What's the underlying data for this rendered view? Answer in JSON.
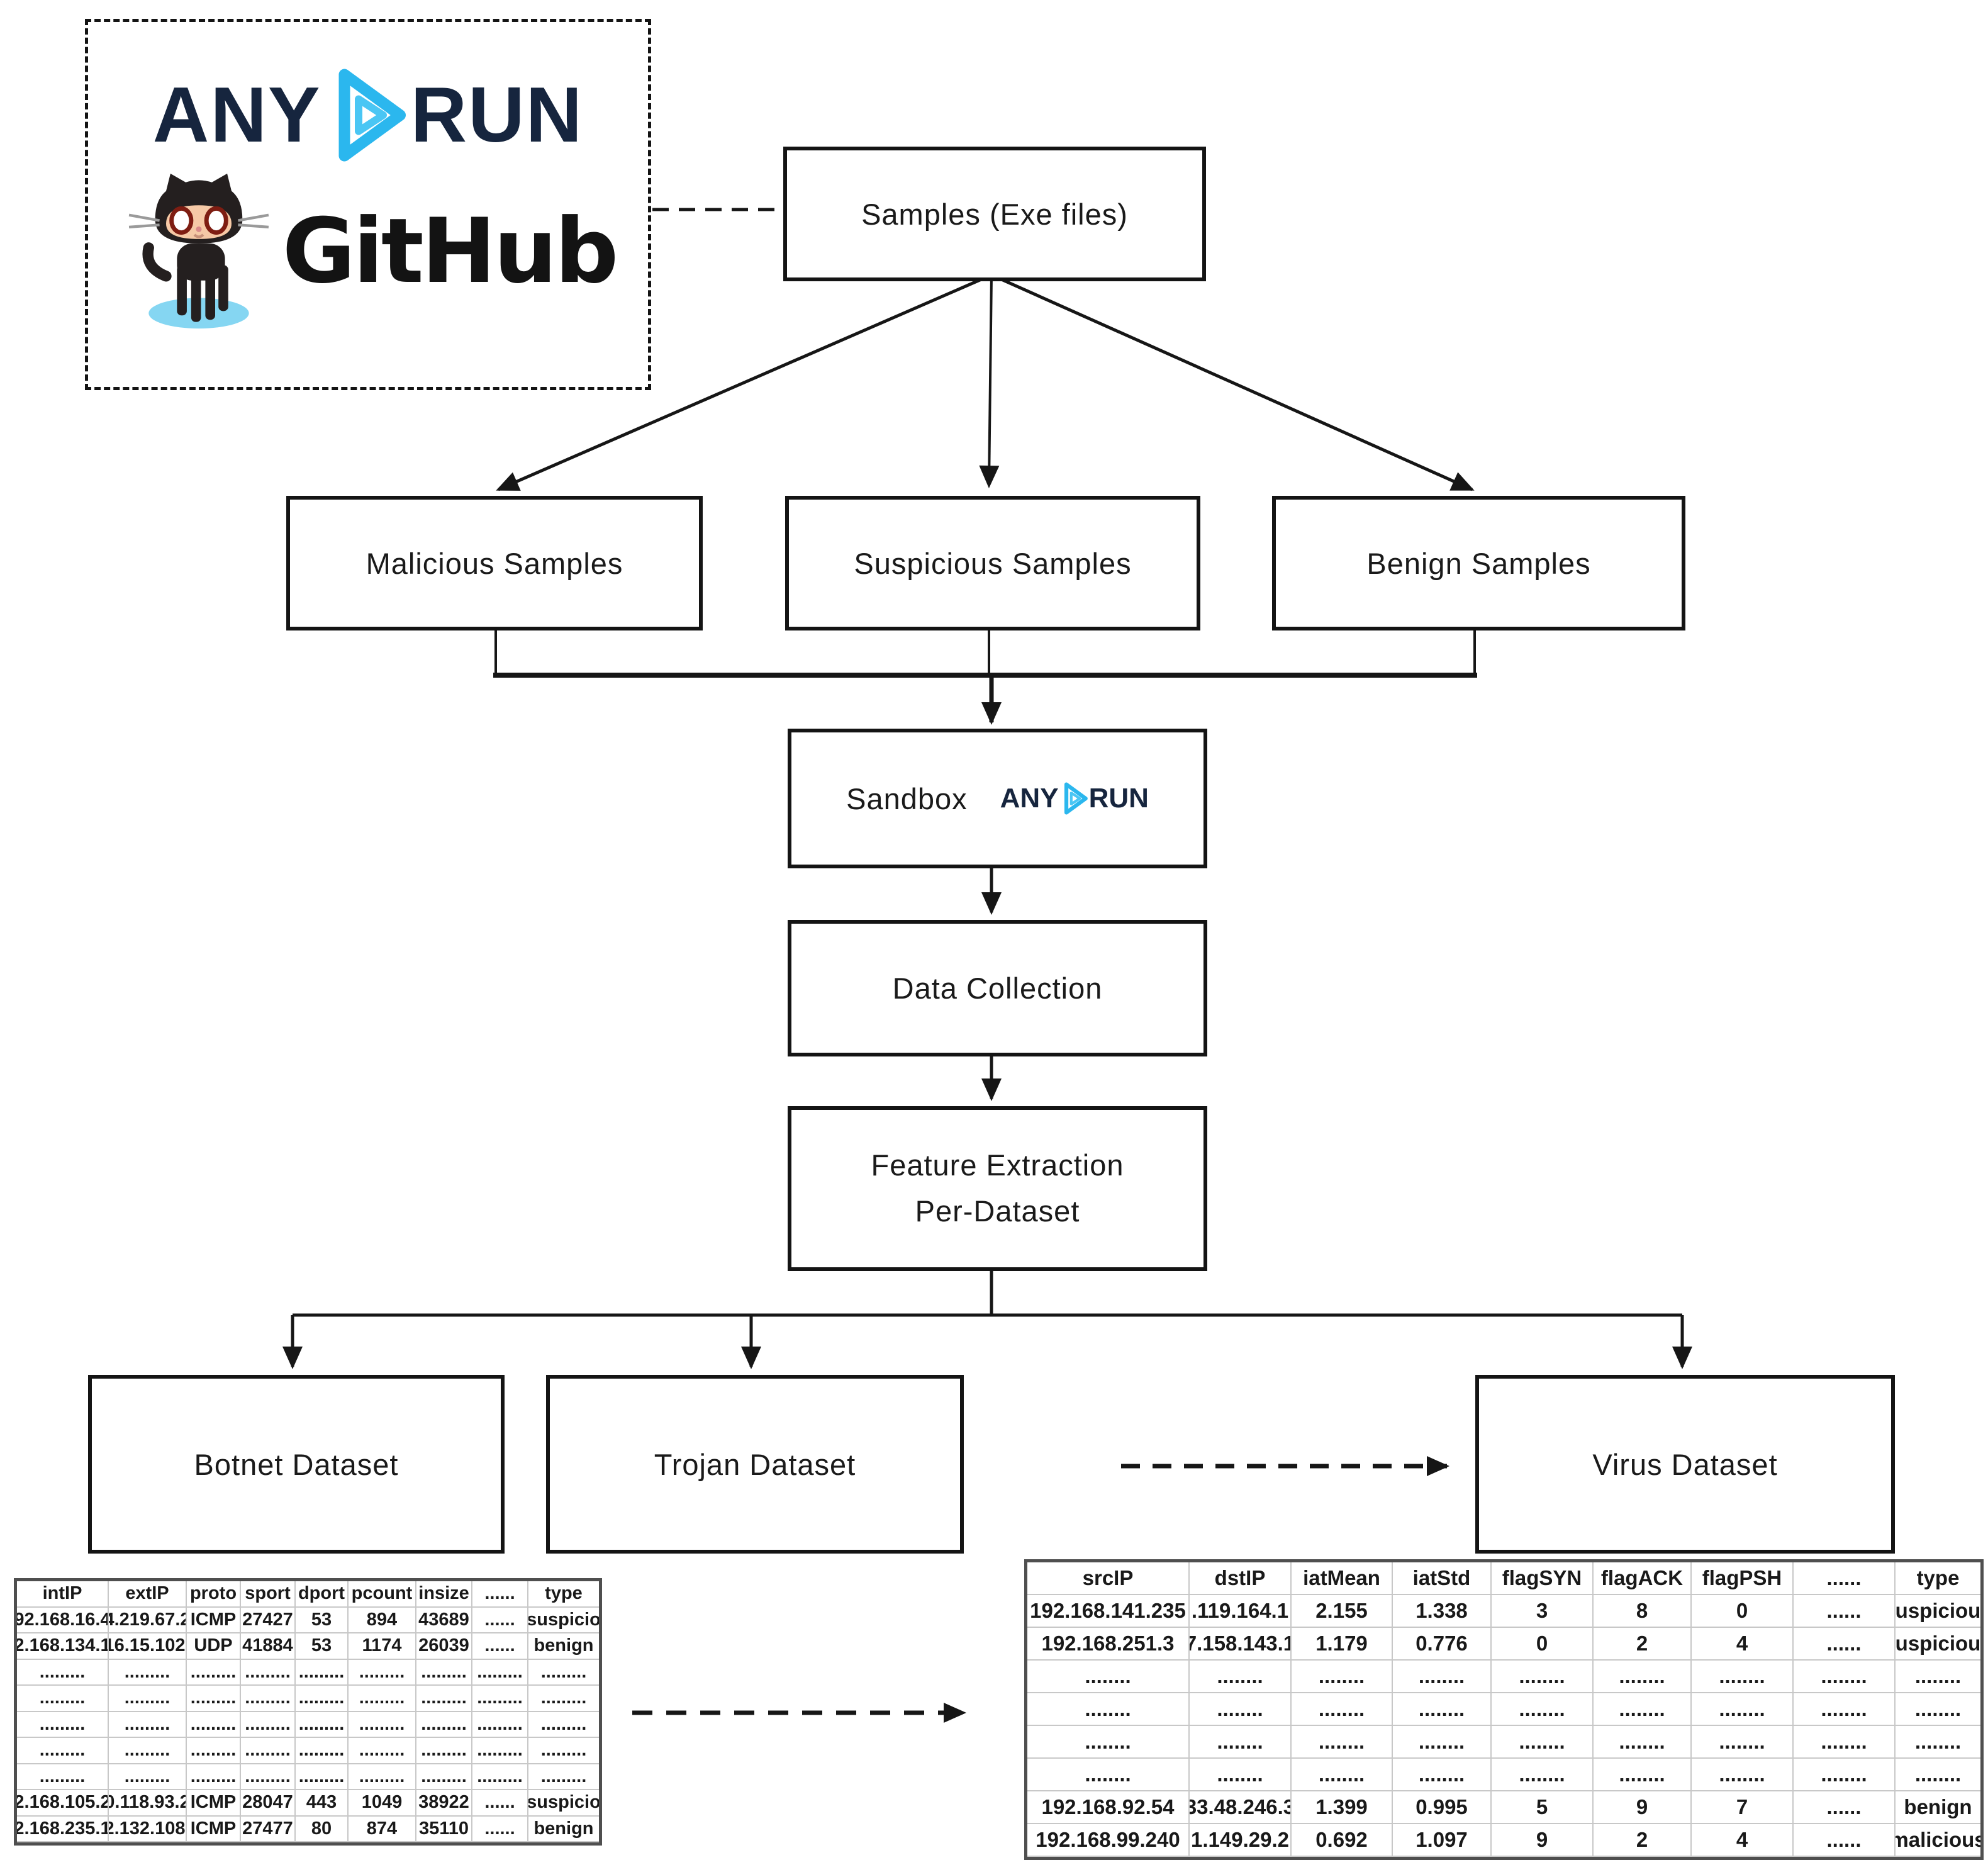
{
  "diagram": {
    "source_logos": {
      "anyrun_left": "ANY",
      "anyrun_right": "RUN",
      "github_label": "GitHub"
    },
    "nodes": {
      "samples": "Samples (Exe files)",
      "malicious": "Malicious Samples",
      "suspicious": "Suspicious Samples",
      "benign": "Benign Samples",
      "sandbox": "Sandbox",
      "sandbox_logo_left": "ANY",
      "sandbox_logo_right": "RUN",
      "data_collection": "Data Collection",
      "feature_extraction_line1": "Feature Extraction",
      "feature_extraction_line2": "Per-Dataset",
      "botnet": "Botnet Dataset",
      "trojan": "Trojan Dataset",
      "virus": "Virus Dataset"
    },
    "colors": {
      "anyrun_navy": "#16253e",
      "anyrun_cyan": "#2bb7ee",
      "github_black": "#131313",
      "puddle_blue": "#85d6f2",
      "line_black": "#161616"
    }
  },
  "left_table": {
    "headers": [
      "intIP",
      "extIP",
      "proto",
      "sport",
      "dport",
      "pcount",
      "insize",
      "......",
      "type"
    ],
    "rows": [
      [
        "92.168.16.4",
        "4.219.67.2",
        "ICMP",
        "27427",
        "53",
        "894",
        "43689",
        "......",
        "suspicio"
      ],
      [
        "2.168.134.1",
        "16.15.102.",
        "UDP",
        "41884",
        "53",
        "1174",
        "26039",
        "......",
        "benign"
      ],
      [
        ".........",
        ".........",
        ".........",
        ".........",
        ".........",
        ".........",
        ".........",
        ".........",
        "........."
      ],
      [
        ".........",
        ".........",
        ".........",
        ".........",
        ".........",
        ".........",
        ".........",
        ".........",
        "........."
      ],
      [
        ".........",
        ".........",
        ".........",
        ".........",
        ".........",
        ".........",
        ".........",
        ".........",
        "........."
      ],
      [
        ".........",
        ".........",
        ".........",
        ".........",
        ".........",
        ".........",
        ".........",
        ".........",
        "........."
      ],
      [
        ".........",
        ".........",
        ".........",
        ".........",
        ".........",
        ".........",
        ".........",
        ".........",
        "........."
      ],
      [
        "2.168.105.2",
        "0.118.93.2",
        "ICMP",
        "28047",
        "443",
        "1049",
        "38922",
        "......",
        "suspicio"
      ],
      [
        "2.168.235.1",
        "2.132.108.",
        "ICMP",
        "27477",
        "80",
        "874",
        "35110",
        "......",
        "benign"
      ]
    ]
  },
  "right_table": {
    "headers": [
      "srcIP",
      "dstIP",
      "iatMean",
      "iatStd",
      "flagSYN",
      "flagACK",
      "flagPSH",
      "......",
      "type"
    ],
    "rows": [
      [
        "192.168.141.235",
        ".119.164.1",
        "2.155",
        "1.338",
        "3",
        "8",
        "0",
        "......",
        "suspicious"
      ],
      [
        "192.168.251.3",
        "7.158.143.1",
        "1.179",
        "0.776",
        "0",
        "2",
        "4",
        "......",
        "suspicious"
      ],
      [
        "........",
        "........",
        "........",
        "........",
        "........",
        "........",
        "........",
        "........",
        "........"
      ],
      [
        "........",
        "........",
        "........",
        "........",
        "........",
        "........",
        "........",
        "........",
        "........"
      ],
      [
        "........",
        "........",
        "........",
        "........",
        "........",
        "........",
        "........",
        "........",
        "........"
      ],
      [
        "........",
        "........",
        "........",
        "........",
        "........",
        "........",
        "........",
        "........",
        "........"
      ],
      [
        "192.168.92.54",
        "33.48.246.3",
        "1.399",
        "0.995",
        "5",
        "9",
        "7",
        "......",
        "benign"
      ],
      [
        "192.168.99.240",
        "1.149.29.2",
        "0.692",
        "1.097",
        "9",
        "2",
        "4",
        "......",
        "malicious"
      ]
    ]
  }
}
